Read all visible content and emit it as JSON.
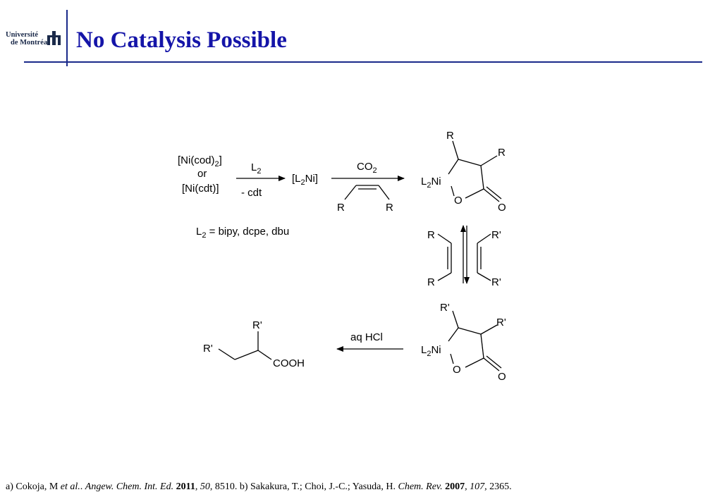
{
  "header": {
    "logo_line1": "Université",
    "logo_line2": "de Montréal",
    "title": "No Catalysis Possible",
    "accent_color": "#1a2a8a",
    "title_color": "#1414a8"
  },
  "scheme": {
    "start_1": "[Ni(cod)",
    "start_1_sub": "2",
    "start_1_end": "]",
    "start_or": "or",
    "start_2": "[Ni(cdt)]",
    "reagent_1": "L",
    "reagent_1_sub": "2",
    "byproduct_1": "- cdt",
    "intermediate": "[L",
    "intermediate_sub": "2",
    "intermediate_end": "Ni]",
    "reagent_2": "CO",
    "reagent_2_sub": "2",
    "alkene_sub_r": "R",
    "ligand_def": "L",
    "ligand_def_sub": "2",
    "ligand_def_rest": " = bipy, dcpe, dbu",
    "metallacycle_ni": "L",
    "metallacycle_ni_sub": "2",
    "metallacycle_ni_end": "Ni",
    "atom_o": "O",
    "sub_r": "R",
    "sub_r_prime": "R'",
    "reagent_3": "aq HCl",
    "product_cooh": "COOH"
  },
  "footer": {
    "part1": "a) Cokoja, M  ",
    "etal": "et al.",
    "part2": ". ",
    "journal1": "Angew. Chem. Int. Ed.",
    "year1": "2011",
    "vol1": "50",
    "pages1": ", 8510. b) Sakakura, T.; Choi, J.-C.; Yasuda, H. ",
    "journal2": "Chem. Rev.",
    "year2": "2007",
    "vol2": "107",
    "pages2": ", 2365."
  }
}
